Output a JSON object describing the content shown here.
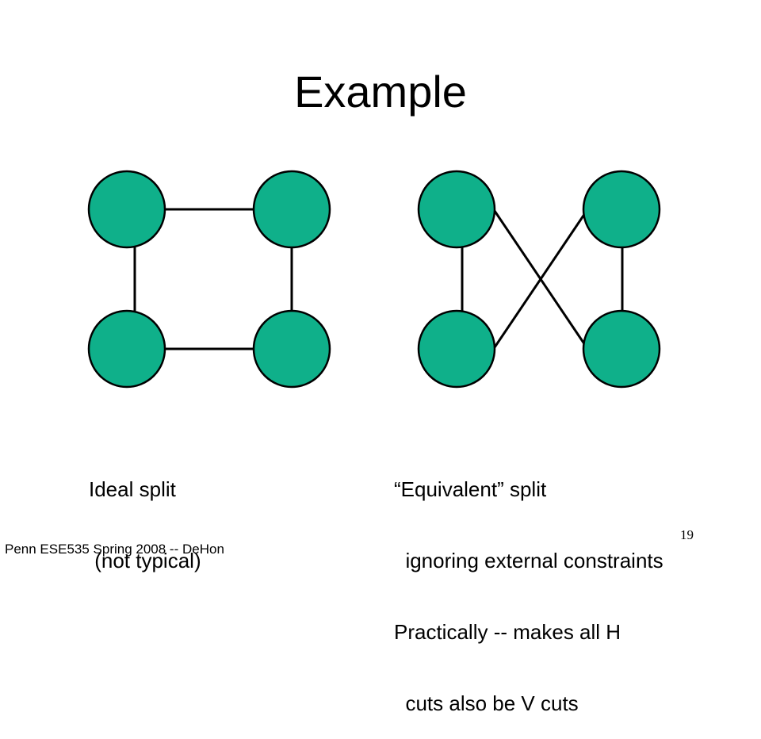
{
  "slide": {
    "title": "Example",
    "node_color": "#0fb08a",
    "edge_color": "#000000",
    "left_caption": {
      "line1": "Ideal split",
      "line2": " (not typical)"
    },
    "right_caption": {
      "line1": "“Equivalent” split",
      "line2": "  ignoring external constraints",
      "line3": "Practically -- makes all H",
      "line4": "  cuts also be V cuts"
    },
    "footer": "Penn ESE535 Spring 2008 -- DeHon",
    "page_number": "19"
  }
}
